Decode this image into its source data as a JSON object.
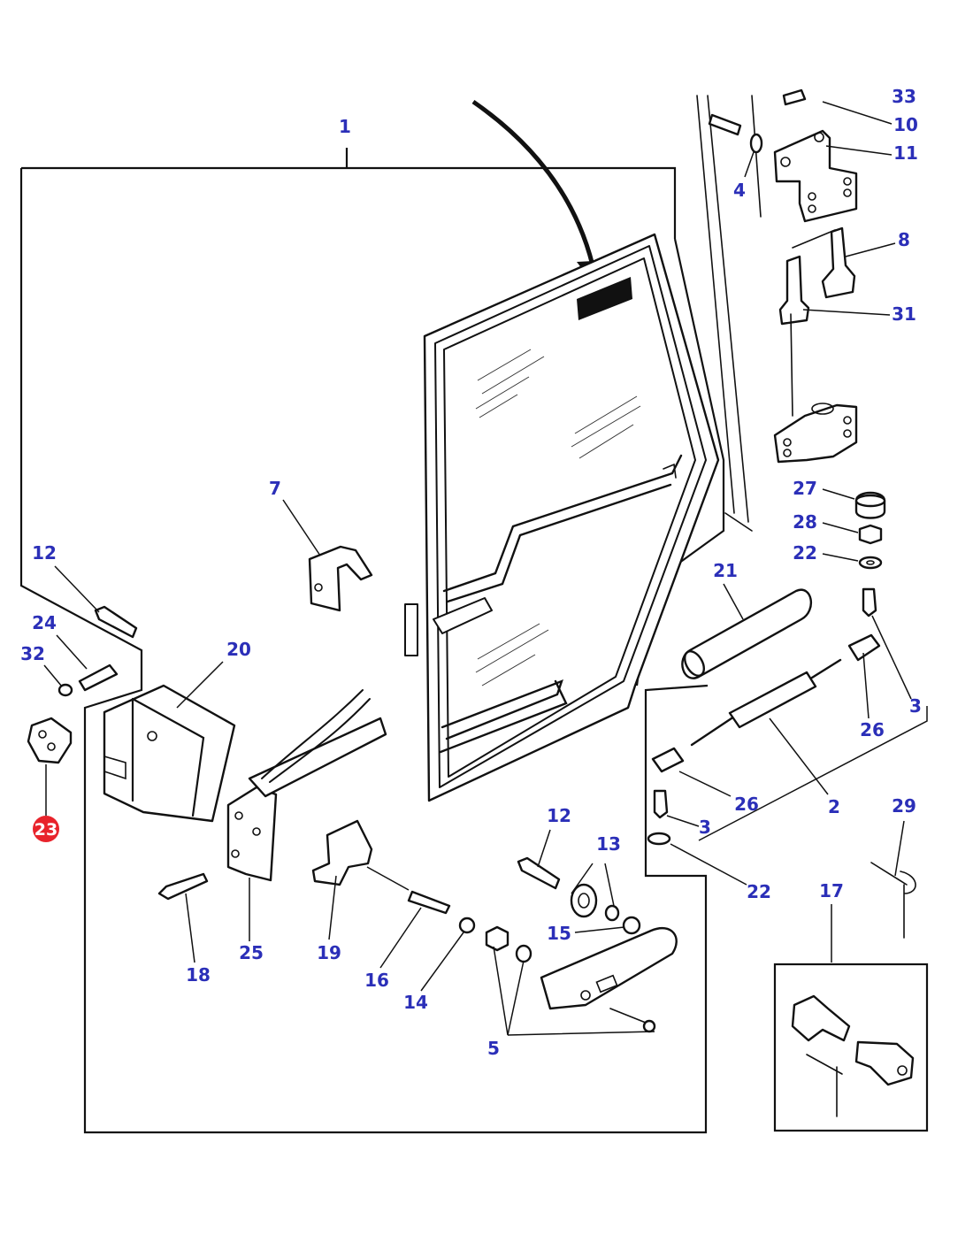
{
  "diagram": {
    "highlight_color": "#e8232b",
    "label_color": "#2b2fb8",
    "callouts": [
      {
        "id": "c1",
        "text": "1"
      },
      {
        "id": "c33",
        "text": "33"
      },
      {
        "id": "c10",
        "text": "10"
      },
      {
        "id": "c11",
        "text": "11"
      },
      {
        "id": "c4",
        "text": "4"
      },
      {
        "id": "c8",
        "text": "8"
      },
      {
        "id": "c31",
        "text": "31"
      },
      {
        "id": "c7",
        "text": "7"
      },
      {
        "id": "c27",
        "text": "27"
      },
      {
        "id": "c28",
        "text": "28"
      },
      {
        "id": "c22a",
        "text": "22"
      },
      {
        "id": "c21",
        "text": "21"
      },
      {
        "id": "c12a",
        "text": "12"
      },
      {
        "id": "c24",
        "text": "24"
      },
      {
        "id": "c32",
        "text": "32"
      },
      {
        "id": "c20",
        "text": "20"
      },
      {
        "id": "c3a",
        "text": "3"
      },
      {
        "id": "c26a",
        "text": "26"
      },
      {
        "id": "c26b",
        "text": "26"
      },
      {
        "id": "c2",
        "text": "2"
      },
      {
        "id": "c29",
        "text": "29"
      },
      {
        "id": "c3b",
        "text": "3"
      },
      {
        "id": "c12b",
        "text": "12"
      },
      {
        "id": "c13",
        "text": "13"
      },
      {
        "id": "c22b",
        "text": "22"
      },
      {
        "id": "c17",
        "text": "17"
      },
      {
        "id": "c15",
        "text": "15"
      },
      {
        "id": "c18",
        "text": "18"
      },
      {
        "id": "c25",
        "text": "25"
      },
      {
        "id": "c19",
        "text": "19"
      },
      {
        "id": "c16",
        "text": "16"
      },
      {
        "id": "c14",
        "text": "14"
      },
      {
        "id": "c5",
        "text": "5"
      }
    ],
    "highlighted": {
      "id": "c23",
      "text": "23"
    }
  }
}
